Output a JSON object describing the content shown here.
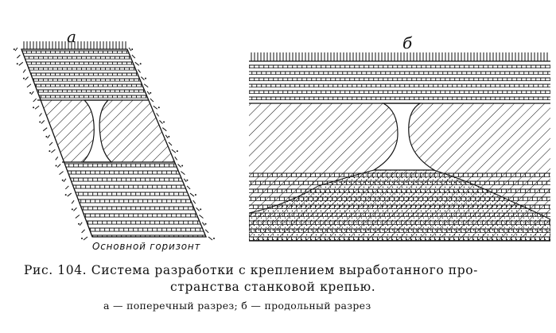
{
  "figure": {
    "label_a": "а",
    "label_b": "б",
    "horizon_label": "Основной горизонт",
    "caption_line1": "Рис. 104. Система разработки с креплением выработанного про-",
    "caption_line2": "странства станковой крепью.",
    "caption_line3": "а — поперечный разрез; б — продольный разрез"
  },
  "colors": {
    "ink": "#111111",
    "paper": "#ffffff"
  }
}
